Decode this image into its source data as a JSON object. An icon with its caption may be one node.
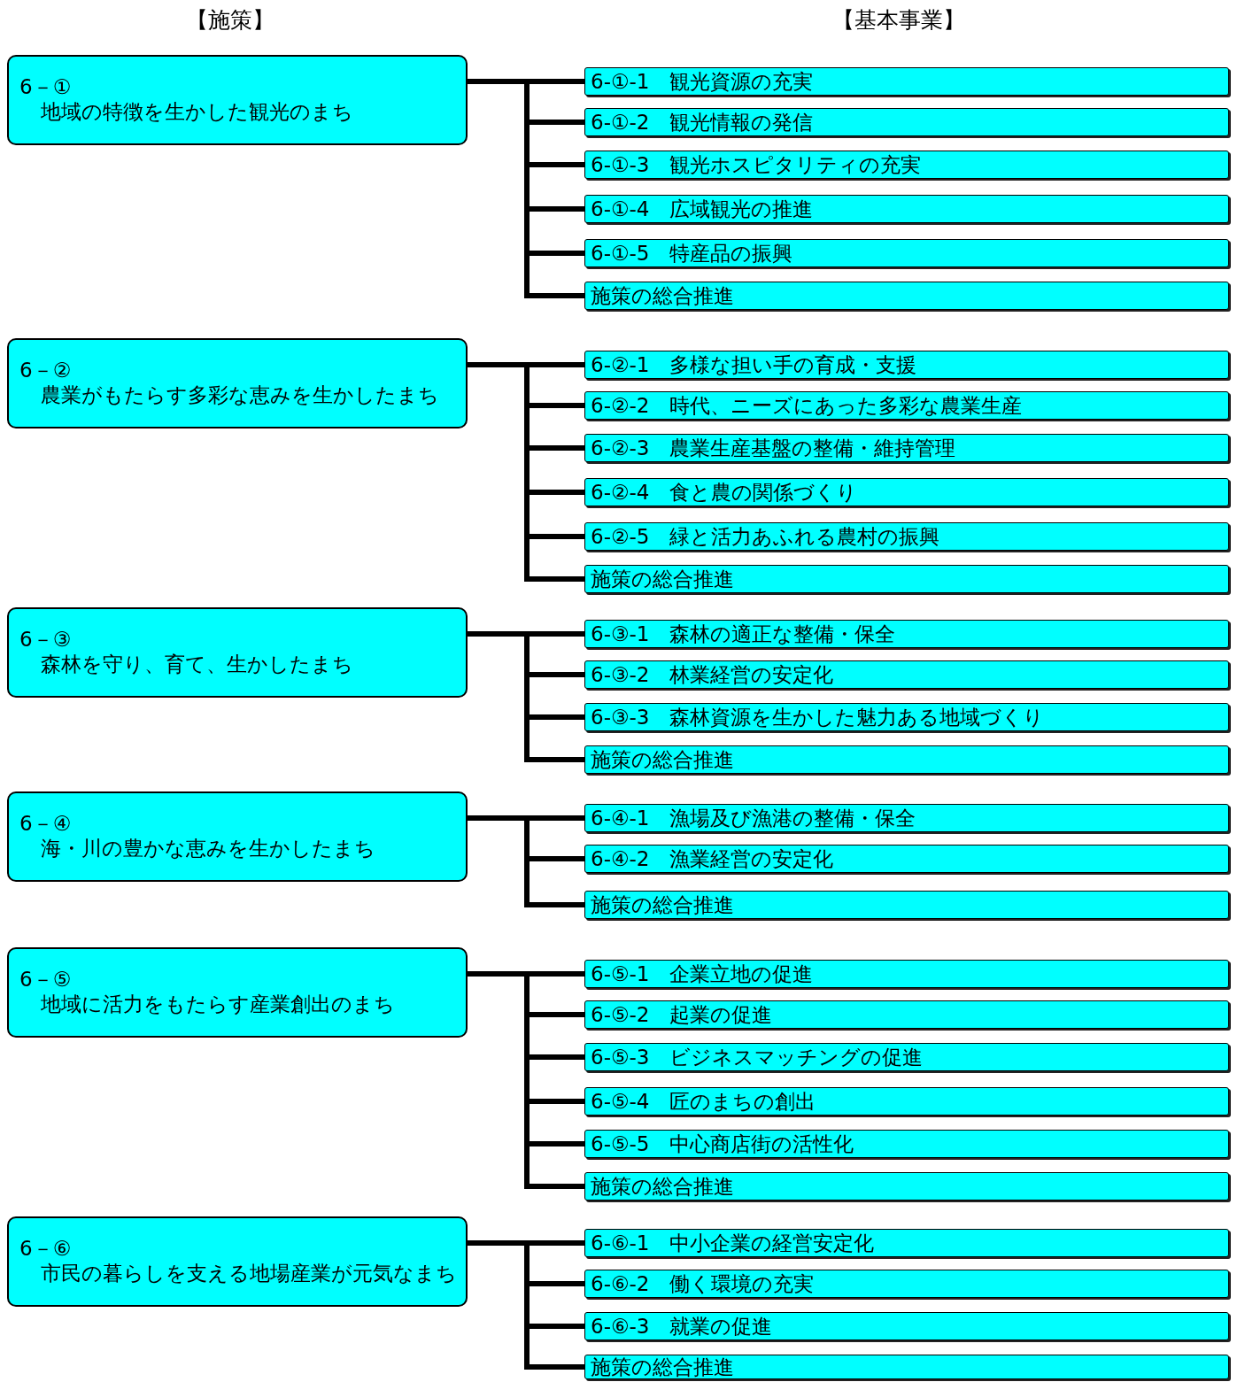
{
  "diagram": {
    "nodes": [
      {
        "text": [
          "6－①",
          "地域の特徴を生かした観光のまち"
        ]
      },
      {
        "text": [
          "6-①-1　観光資源の充実"
        ]
      },
      {
        "text": [
          "6-①-2　観光情報の発信"
        ]
      },
      {
        "text": [
          "6-①-3　観光ホスピタリティの充実"
        ]
      },
      {
        "text": [
          "6-①-4　広域観光の推進"
        ]
      },
      {
        "text": [
          "6-①-5　特産品の振興"
        ]
      },
      {
        "text": [
          "施策の総合推進"
        ]
      },
      {
        "text": [
          "6－②",
          "農業がもたらす多彩な恵みを生かしたまち"
        ]
      },
      {
        "text": [
          "6-②-1　多様な担い手の育成・支援"
        ]
      },
      {
        "text": [
          "6-②-2　時代、ニーズにあった多彩な農業生産"
        ]
      },
      {
        "text": [
          "6-②-3　農業生産基盤の整備・維持管理"
        ]
      },
      {
        "text": [
          "6-②-4　食と農の関係づくり"
        ]
      },
      {
        "text": [
          "6-②-5　緑と活力あふれる農村の振興"
        ]
      },
      {
        "text": [
          "施策の総合推進"
        ]
      },
      {
        "text": [
          "6－③",
          "森林を守り、育て、生かしたまち"
        ]
      },
      {
        "text": [
          "6-③-1　森林の適正な整備・保全"
        ]
      },
      {
        "text": [
          "6-③-2　林業経営の安定化"
        ]
      },
      {
        "text": [
          "6-③-3　森林資源を生かした魅力ある地域づくり"
        ]
      },
      {
        "text": [
          "施策の総合推進"
        ]
      },
      {
        "text": [
          "6－④",
          "海・川の豊かな恵みを生かしたまち"
        ]
      },
      {
        "text": [
          "6-④-1　漁場及び漁港の整備・保全"
        ]
      },
      {
        "text": [
          "6-④-2　漁業経営の安定化"
        ]
      },
      {
        "text": [
          "施策の総合推進"
        ]
      },
      {
        "text": [
          "6－⑤",
          "地域に活力をもたらす産業創出のまち"
        ]
      },
      {
        "text": [
          "6-⑤-1　企業立地の促進"
        ]
      },
      {
        "text": [
          "6-⑤-2　起業の促進"
        ]
      },
      {
        "text": [
          "6-⑤-3　ビジネスマッチングの促進"
        ]
      },
      {
        "text": [
          "6-⑤-4　匠のまちの創出"
        ]
      },
      {
        "text": [
          "6-⑤-5　中心商店街の活性化"
        ]
      },
      {
        "text": [
          "施策の総合推進"
        ]
      },
      {
        "text": [
          "6－⑥",
          "市民の暮らしを支える地場産業が元気なまち"
        ]
      },
      {
        "text": [
          "6-⑥-1　中小企業の経営安定化"
        ]
      },
      {
        "text": [
          "6-⑥-2　働く環境の充実"
        ]
      },
      {
        "text": [
          "6-⑥-3　就業の促進"
        ]
      },
      {
        "text": [
          "施策の総合推進"
        ]
      }
    ],
    "edges": [
      {
        "from": 0,
        "to": 1,
        "arrow": "none"
      },
      {
        "from": 0,
        "to": 2,
        "arrow": "none"
      },
      {
        "from": 0,
        "to": 3,
        "arrow": "none"
      },
      {
        "from": 0,
        "to": 4,
        "arrow": "none"
      },
      {
        "from": 0,
        "to": 5,
        "arrow": "none"
      },
      {
        "from": 0,
        "to": 6,
        "arrow": "none"
      },
      {
        "from": 7,
        "to": 8,
        "arrow": "none"
      },
      {
        "from": 7,
        "to": 9,
        "arrow": "none"
      },
      {
        "from": 7,
        "to": 10,
        "arrow": "none"
      },
      {
        "from": 7,
        "to": 11,
        "arrow": "none"
      },
      {
        "from": 7,
        "to": 12,
        "arrow": "none"
      },
      {
        "from": 7,
        "to": 13,
        "arrow": "none"
      },
      {
        "from": 14,
        "to": 15,
        "arrow": "none"
      },
      {
        "from": 14,
        "to": 16,
        "arrow": "none"
      },
      {
        "from": 14,
        "to": 17,
        "arrow": "none"
      },
      {
        "from": 14,
        "to": 18,
        "arrow": "none"
      },
      {
        "from": 19,
        "to": 20,
        "arrow": "none"
      },
      {
        "from": 19,
        "to": 21,
        "arrow": "none"
      },
      {
        "from": 19,
        "to": 22,
        "arrow": "none"
      },
      {
        "from": 23,
        "to": 24,
        "arrow": "none"
      },
      {
        "from": 23,
        "to": 25,
        "arrow": "none"
      },
      {
        "from": 23,
        "to": 26,
        "arrow": "none"
      },
      {
        "from": 23,
        "to": 27,
        "arrow": "none"
      },
      {
        "from": 23,
        "to": 28,
        "arrow": "none"
      },
      {
        "from": 23,
        "to": 29,
        "arrow": "none"
      },
      {
        "from": 30,
        "to": 31,
        "arrow": "none"
      },
      {
        "from": 30,
        "to": 32,
        "arrow": "none"
      },
      {
        "from": 30,
        "to": 33,
        "arrow": "none"
      },
      {
        "from": 30,
        "to": 34,
        "arrow": "none"
      }
    ],
    "labels": [
      "【施策】",
      "【基本事業】"
    ]
  }
}
